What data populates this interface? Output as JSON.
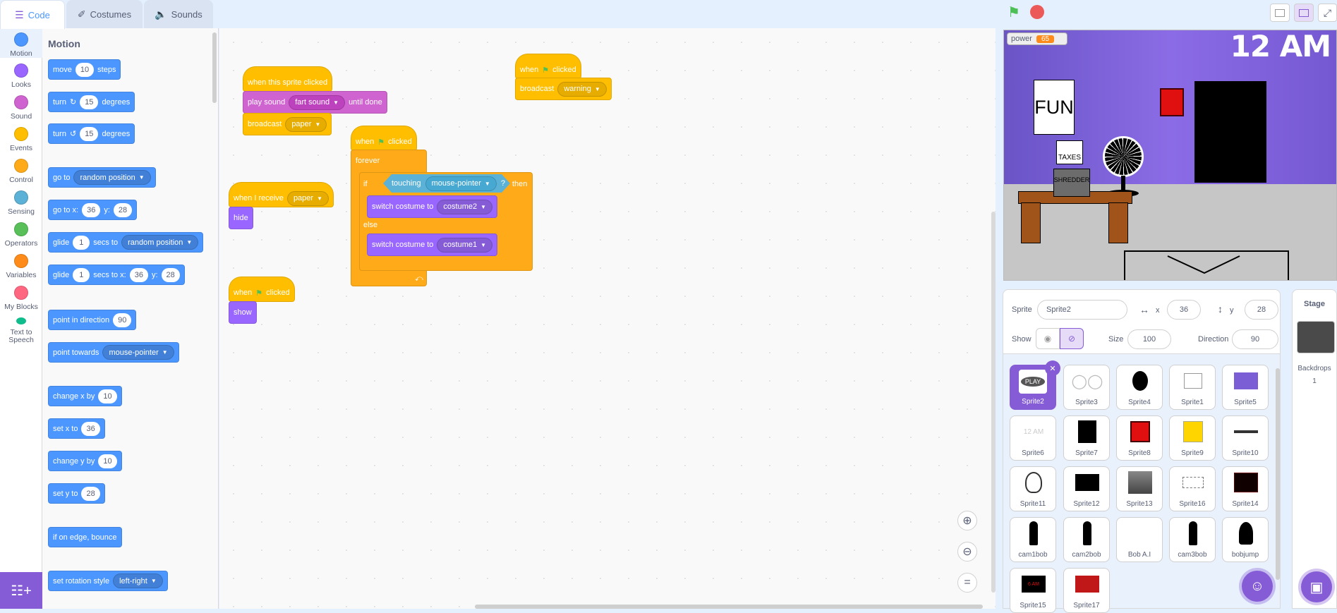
{
  "tabs": {
    "code": "Code",
    "costumes": "Costumes",
    "sounds": "Sounds"
  },
  "categories": [
    {
      "label": "Motion",
      "color": "#4c97ff"
    },
    {
      "label": "Looks",
      "color": "#9966ff"
    },
    {
      "label": "Sound",
      "color": "#cf63cf"
    },
    {
      "label": "Events",
      "color": "#ffbf00"
    },
    {
      "label": "Control",
      "color": "#ffab19"
    },
    {
      "label": "Sensing",
      "color": "#5cb1d6"
    },
    {
      "label": "Operators",
      "color": "#59c059"
    },
    {
      "label": "Variables",
      "color": "#ff8c1a"
    },
    {
      "label": "My Blocks",
      "color": "#ff6680"
    },
    {
      "label": "Text to Speech",
      "color": "#0fbd8c"
    }
  ],
  "palette": {
    "heading": "Motion",
    "move": {
      "a": "move",
      "v": "10",
      "b": "steps"
    },
    "turn_cw": {
      "a": "turn",
      "v": "15",
      "b": "degrees"
    },
    "turn_ccw": {
      "a": "turn",
      "v": "15",
      "b": "degrees"
    },
    "goto": {
      "a": "go to",
      "dd": "random position"
    },
    "gotoxy": {
      "a": "go to x:",
      "x": "36",
      "b": "y:",
      "y": "28"
    },
    "glide": {
      "a": "glide",
      "v": "1",
      "b": "secs to",
      "dd": "random position"
    },
    "glidexy": {
      "a": "glide",
      "v": "1",
      "b": "secs to x:",
      "x": "36",
      "c": "y:",
      "y": "28"
    },
    "pointdir": {
      "a": "point in direction",
      "v": "90"
    },
    "pointtowards": {
      "a": "point towards",
      "dd": "mouse-pointer"
    },
    "changex": {
      "a": "change x by",
      "v": "10"
    },
    "setx": {
      "a": "set x to",
      "v": "36"
    },
    "changey": {
      "a": "change y by",
      "v": "10"
    },
    "sety": {
      "a": "set y to",
      "v": "28"
    },
    "bounce": "if on edge, bounce",
    "rotstyle": {
      "a": "set rotation style",
      "dd": "left-right"
    }
  },
  "scripts": {
    "s1": {
      "hat": "when this sprite clicked",
      "play": "play sound",
      "sound": "fart sound",
      "until": "until done",
      "broadcast": "broadcast",
      "msg": "paper"
    },
    "s2": {
      "hat_a": "when",
      "hat_b": "clicked",
      "broadcast": "broadcast",
      "msg": "warning"
    },
    "s3": {
      "hat_a": "when",
      "hat_b": "clicked",
      "forever": "forever",
      "if": "if",
      "touching": "touching",
      "target": "mouse-pointer",
      "q": "?",
      "then": "then",
      "switch1": "switch costume to",
      "c1": "costume2",
      "else": "else",
      "switch2": "switch costume to",
      "c2": "costume1"
    },
    "s4": {
      "hat": "when I receive",
      "msg": "paper",
      "action": "hide"
    },
    "s5": {
      "hat_a": "when",
      "hat_b": "clicked",
      "action": "show"
    }
  },
  "stage": {
    "var_name": "power",
    "var_value": "65",
    "clock": "12 AM",
    "poster": "FUN",
    "paper": "TAXES",
    "shredder": "SHREDDER"
  },
  "sprite_info": {
    "sprite_label": "Sprite",
    "sprite_name": "Sprite2",
    "x_label": "x",
    "x": "36",
    "y_label": "y",
    "y": "28",
    "show_label": "Show",
    "size_label": "Size",
    "size": "100",
    "direction_label": "Direction",
    "direction": "90"
  },
  "sprites": [
    "Sprite2",
    "Sprite3",
    "Sprite4",
    "Sprite1",
    "Sprite5",
    "Sprite6",
    "Sprite7",
    "Sprite8",
    "Sprite9",
    "Sprite10",
    "Sprite11",
    "Sprite12",
    "Sprite13",
    "Sprite16",
    "Sprite14",
    "cam1bob",
    "cam2bob",
    "Bob A.I",
    "cam3bob",
    "bobjump",
    "Sprite15",
    "Sprite17"
  ],
  "stage_pane": {
    "title": "Stage",
    "backdrops_label": "Backdrops",
    "backdrops_count": "1"
  },
  "thumb_texts": {
    "play": "PLAY",
    "clock": "12 AM",
    "sprite15": "6 AM"
  },
  "colors": {
    "accent": "#855cd6",
    "motion": "#4c97ff",
    "events": "#ffbf00",
    "control": "#ffab19",
    "looks": "#9966ff",
    "sound": "#cf63cf",
    "sensing": "#5cb1d6",
    "flag": "#4cbf56",
    "stop": "#ec5959"
  }
}
